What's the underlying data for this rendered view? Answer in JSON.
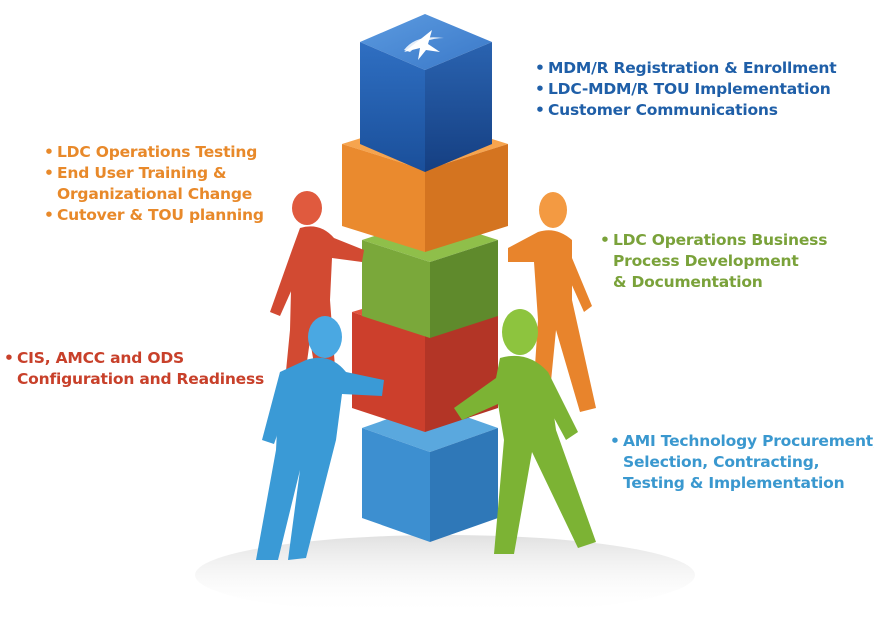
{
  "callouts": {
    "top": {
      "color": "#1f5fa8",
      "items": [
        "MDM/R Registration & Enrollment",
        "LDC-MDM/R TOU Implementation",
        "Customer Communications"
      ]
    },
    "orange": {
      "color": "#e8892a",
      "items": [
        {
          "line1": "LDC Operations Testing",
          "line2": ""
        },
        {
          "line1": "End User Training &",
          "line2": "Organizational Change"
        },
        {
          "line1": "Cutover & TOU planning",
          "line2": ""
        }
      ]
    },
    "green": {
      "color": "#7aa23a",
      "line1": "LDC Operations Business",
      "line2": "Process Development",
      "line3": "& Documentation"
    },
    "red": {
      "color": "#c8402a",
      "line1": "CIS, AMCC and ODS",
      "line2": "Configuration and Readiness"
    },
    "blue": {
      "color": "#3a98cf",
      "line1": "AMI Technology Procurement,",
      "line2": "Selection, Contracting,",
      "line3": "Testing & Implementation"
    }
  },
  "blocks": [
    "blue-top-block",
    "orange-block",
    "green-block",
    "red-block",
    "blue-base-block"
  ],
  "figures": [
    "red-figure",
    "orange-figure",
    "blue-figure",
    "green-figure"
  ],
  "logo_icon": "star-swoosh-logo"
}
